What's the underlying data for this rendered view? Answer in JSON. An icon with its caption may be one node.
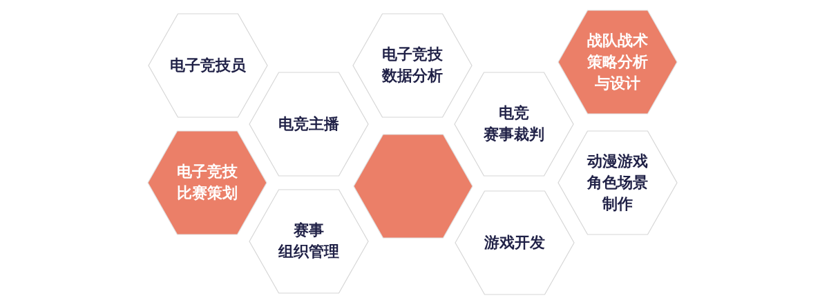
{
  "diagram": {
    "nodes": [
      {
        "text": [
          "电子竞技员"
        ]
      },
      {
        "text": [
          "电子竞技数据分析"
        ]
      },
      {
        "text": [
          "战队战术策略分析与设计"
        ]
      },
      {
        "text": [
          "电竞主播"
        ]
      },
      {
        "text": [
          "电竞赛事裁判"
        ]
      },
      {
        "text": [
          "电子竞技比赛策划"
        ]
      },
      {
        "text": [],
        "shape": "hexagon"
      },
      {
        "text": [
          "动漫游戏角色场景制作"
        ]
      },
      {
        "text": [
          "赛事组织管理"
        ]
      },
      {
        "text": [
          "游戏开发"
        ]
      }
    ]
  }
}
